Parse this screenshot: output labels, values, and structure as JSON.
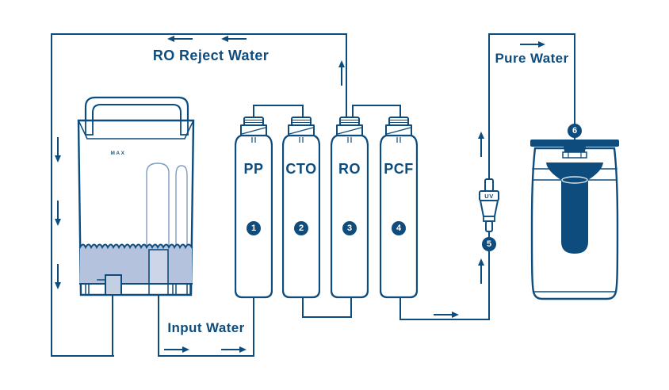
{
  "diagram": {
    "flow_labels": {
      "reject": "RO Reject Water",
      "input": "Input Water",
      "pure": "Pure Water"
    },
    "tank": {
      "max_label": "MAX"
    },
    "filters": [
      {
        "label": "PP",
        "number": "1"
      },
      {
        "label": "CTO",
        "number": "2"
      },
      {
        "label": "RO",
        "number": "3"
      },
      {
        "label": "PCF",
        "number": "4"
      }
    ],
    "uv_sterilizer": {
      "label": "UV",
      "number": "5"
    },
    "pitcher": {
      "number": "6"
    },
    "colors": {
      "ink": "#0d4c7c",
      "water_fill": "#b5c2dd",
      "tube_fill": "#ccd6e8",
      "float_fill": "#c3cfe2"
    }
  }
}
